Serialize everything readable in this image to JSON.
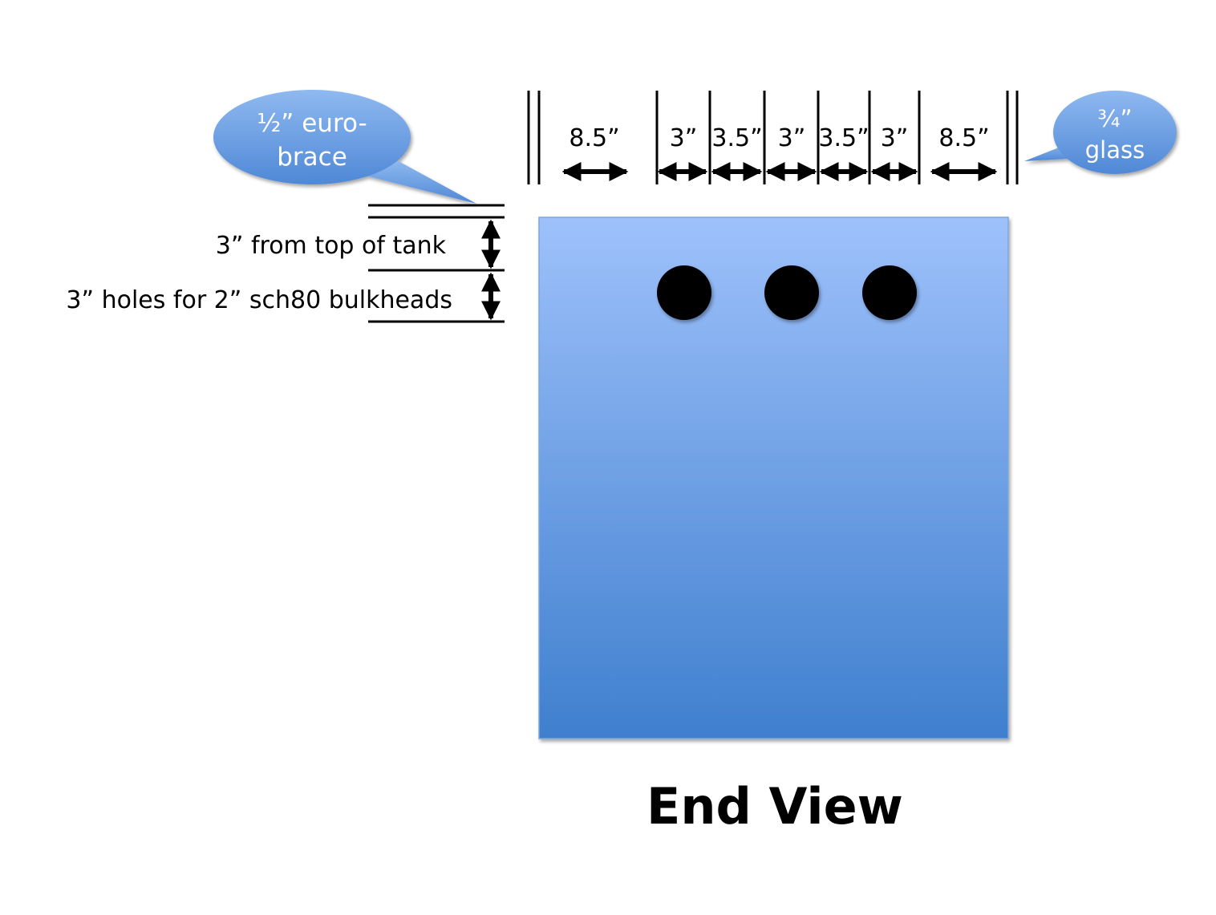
{
  "title": "End View",
  "callouts": {
    "euro_brace": {
      "line1": "½” euro-",
      "line2": "brace"
    },
    "glass": {
      "line1": "¾”",
      "line2": "glass"
    }
  },
  "top_dimensions": [
    "8.5”",
    "3”",
    "3.5”",
    "3”",
    "3.5”",
    "3”",
    "8.5”"
  ],
  "side_dimensions": {
    "from_top": "3” from top of tank",
    "holes": "3” holes for 2” sch80 bulkheads"
  },
  "colors": {
    "tank_top": "#9ec1fb",
    "tank_bottom": "#3f7fce",
    "callout_light": "#8fb9f0",
    "callout_dark": "#4f88d6",
    "hole": "#000000"
  }
}
